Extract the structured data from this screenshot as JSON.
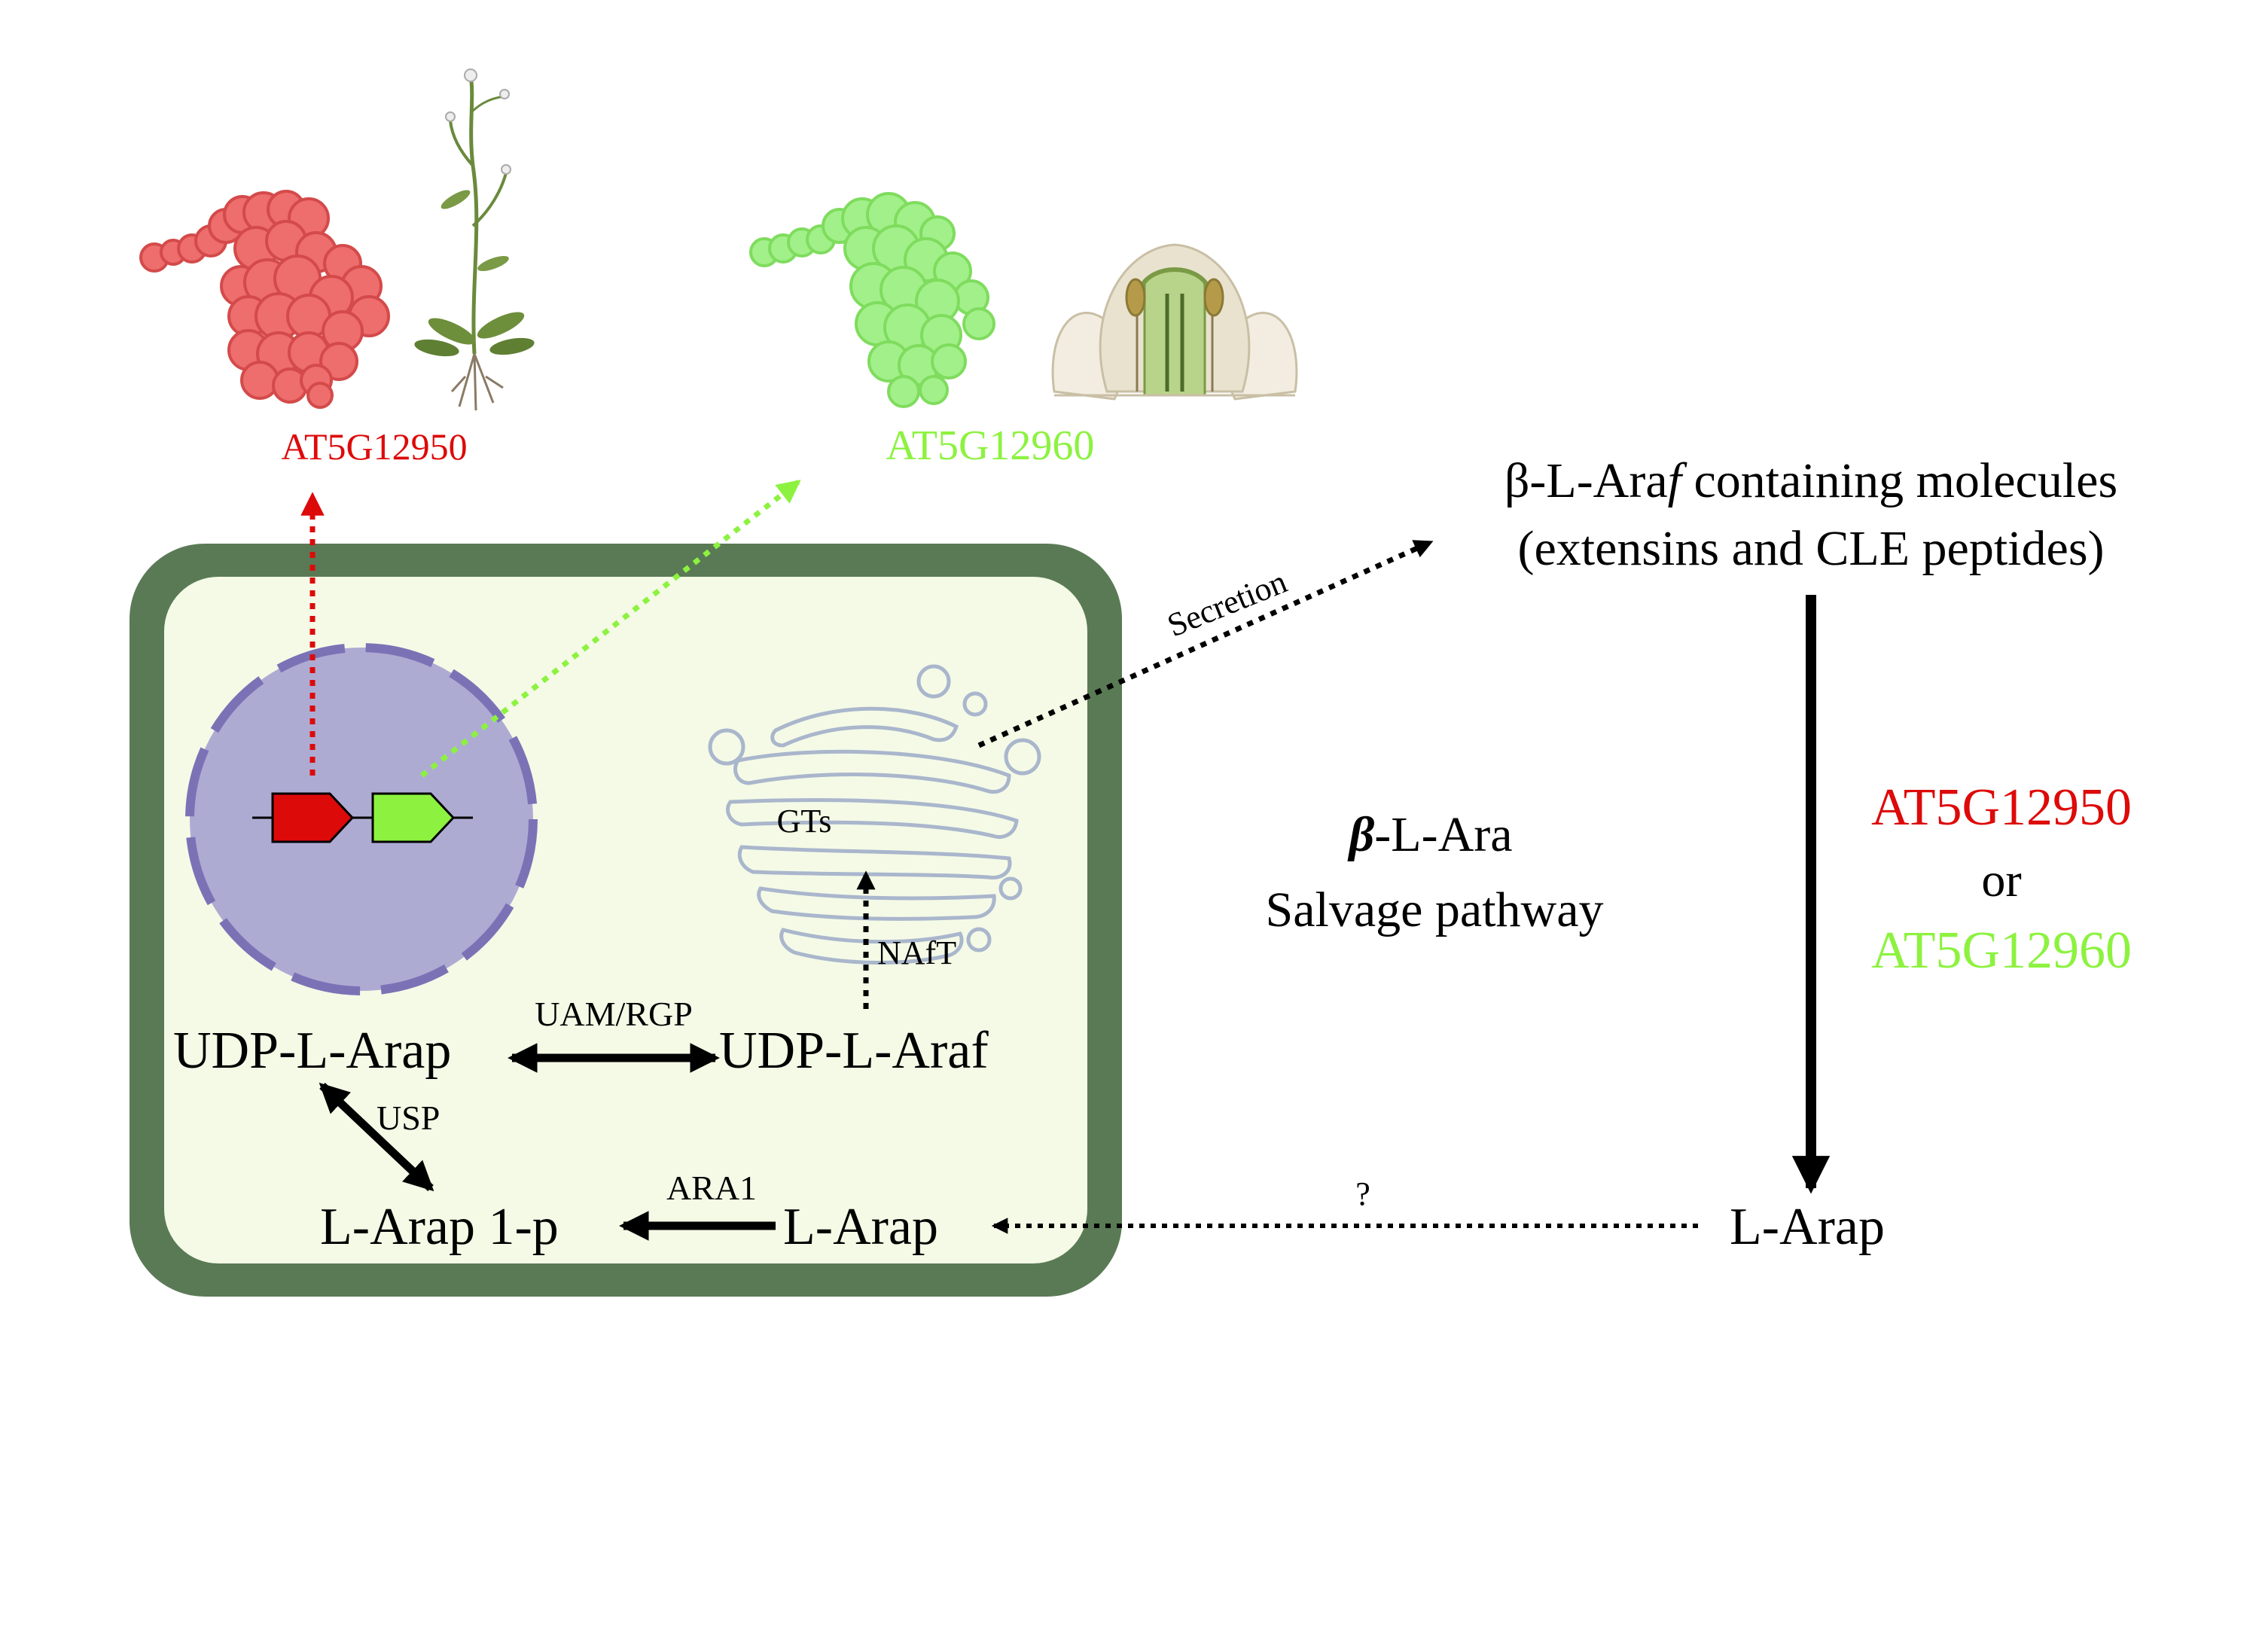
{
  "gene_labels": {
    "gene1": "AT5G12950",
    "gene2": "AT5G12960"
  },
  "organelle_labels": {
    "golgi": "GTs"
  },
  "metabolites": {
    "udp_arap": "UDP-L-Arap",
    "udp_araf": "UDP-L-Araf",
    "arap_1p": "L-Arap 1-p",
    "arap_cell": "L-Arap",
    "arap_out": "L-Arap"
  },
  "enzymes": {
    "uam_rgp": "UAM/RGP",
    "nafT": "NAfT",
    "usp": "USP",
    "ara1": "ARA1"
  },
  "process_labels": {
    "secretion": "Secretion",
    "unknown_transport": "?"
  },
  "molecules": {
    "line1_prefix": "β-L-Ara",
    "line1_italic": "f",
    "line1_suffix": " containing molecules",
    "line2": "(extensins and CLE peptides)"
  },
  "pathway": {
    "beta_symbol": "β",
    "line1_rest": "-L-Ara",
    "line2": "Salvage pathway"
  },
  "enzyme_choice": {
    "gene1": "AT5G12950",
    "or": "or",
    "gene2": "AT5G12960"
  },
  "colors": {
    "gene1": "#dd0a0a",
    "gene2": "#8cf23f",
    "cell_wall": "#5a7a55",
    "cytoplasm": "#f4fae6",
    "nucleus_fill": "#aeabd3",
    "nucleus_border": "#7b72b6",
    "golgi": "#a9b6cc",
    "protein_red": "#ee6d6d",
    "protein_green": "#a2f08a"
  },
  "icons": {
    "protein_red": "protein-structure-icon",
    "plant": "arabidopsis-plant-icon",
    "protein_green": "protein-structure-icon",
    "flower": "flower-section-icon"
  }
}
